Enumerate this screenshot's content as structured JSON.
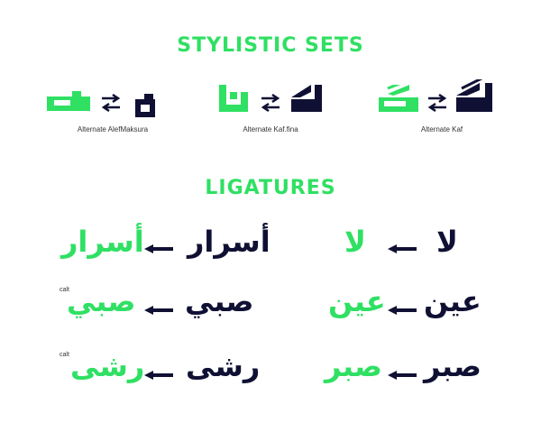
{
  "headings": {
    "stylistic_sets": "STYLISTIC SETS",
    "ligatures": "LIGATURES"
  },
  "colors": {
    "accent": "#2fe063",
    "ink": "#0f1033"
  },
  "stylistic_sets": [
    {
      "label": "Alternate AlefMaksura",
      "original": "ى",
      "alternate": "ـ"
    },
    {
      "label": "Alternate Kaf.fina",
      "original": "ك",
      "alternate": "لك"
    },
    {
      "label": "Alternate Kaf",
      "original": "گ",
      "alternate": "گ"
    }
  ],
  "swap_icon": "swap-arrows-icon",
  "arrow_icon": "arrow-left-icon",
  "ligatures": {
    "left": [
      {
        "tag": "",
        "source": "أسرار",
        "result": "أسرار"
      },
      {
        "tag": "calt",
        "source": "صبي",
        "result": "صبي"
      },
      {
        "tag": "calt",
        "source": "رشى",
        "result": "رشى"
      }
    ],
    "right": [
      {
        "source": "لا",
        "result": "لا"
      },
      {
        "source": "عين",
        "result": "عين"
      },
      {
        "source": "صبر",
        "result": "صبر"
      }
    ]
  }
}
